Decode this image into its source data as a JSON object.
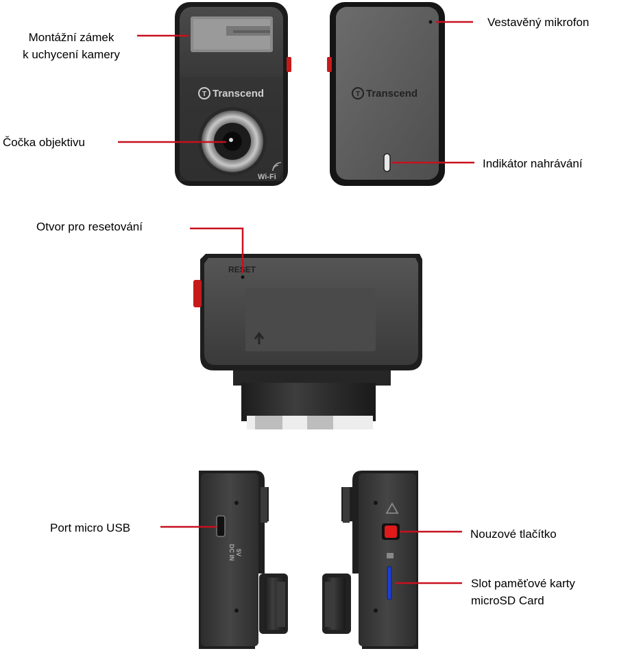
{
  "brand": "Transcend",
  "wifi_text": "Wi-Fi",
  "reset_text": "RESET",
  "dc_in_text": [
    "5V",
    "DC IN"
  ],
  "labels": {
    "mount_lock": [
      "Montážní zámek",
      "k uchycení kamery"
    ],
    "built_in_mic": "Vestavěný mikrofon",
    "lens": "Čočka objektivu",
    "rec_indicator": "Indikátor nahrávání",
    "reset_hole": "Otvor pro resetování",
    "micro_usb": "Port micro USB",
    "emergency_button": "Nouzové tlačítko",
    "microsd_slot": [
      "Slot paměťové karty",
      "microSD Card"
    ]
  },
  "colors": {
    "callout_line": "#c8101e",
    "body_dark": "#2a2a2a",
    "body_mid": "#3c3c3c",
    "emergency_red": "#e01a1a",
    "sd_slot_blue": "#1f3fd0"
  }
}
